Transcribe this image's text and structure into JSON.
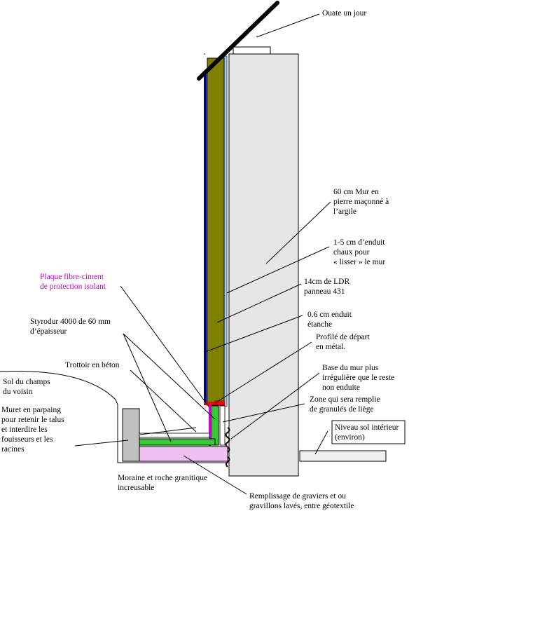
{
  "labels": {
    "ouate": "Ouate un jour",
    "mur_l1": "60 cm Mur en",
    "mur_l2": "pierre maçonné à",
    "mur_l3": "l’argile",
    "enduit_l1": "1-5 cm d’enduit",
    "enduit_l2": "chaux pour",
    "enduit_l3": "« lisser » le mur",
    "ldr_l1": "14cm de LDR",
    "ldr_l2": "panneau 431",
    "etanche_l1": "0.6 cm enduit",
    "etanche_l2": "étanche",
    "profile_l1": "Profilé de départ",
    "profile_l2": "en métal.",
    "base_l1": "Base du mur plus",
    "base_l2": "irrégulière que le reste",
    "base_l3": "non enduite",
    "zone_l1": "Zone qui sera remplie",
    "zone_l2": "de granulés de liège",
    "niveau_l1": "Niveau sol intérieur",
    "niveau_l2": "(environ)",
    "plaque_l1": "Plaque fibre-ciment",
    "plaque_l2": "de protection isolant",
    "styrodur_l1": "Styrodur 4000 de 60 mm",
    "styrodur_l2": "d’épaisseur",
    "trottoir": "Trottoir en béton",
    "sol_l1": "Sol du champs",
    "sol_l2": "du voisin",
    "muret_l1": "Muret en parpaing",
    "muret_l2": "pour retenir le talus",
    "muret_l3": "et interdire les",
    "muret_l4": "fouisseurs  et les",
    "muret_l5": "racines",
    "moraine_l1": "Moraine et roche granitique",
    "moraine_l2": "increusable",
    "remplissage_l1": "Remplissage de graviers et ou",
    "remplissage_l2": "gravillons lavés, entre géotextile"
  },
  "colors": {
    "stone_wall": "#e6e6e6",
    "ldr_panel": "#808000",
    "waterproof_render": "#000080",
    "lime_render": "#99ccff",
    "styrodur": "#33cc33",
    "gravel_fill": "#f0c0f0",
    "block_wall": "#c0c0c0",
    "magenta_label": "#cc00cc",
    "profile": "#ff0000"
  }
}
